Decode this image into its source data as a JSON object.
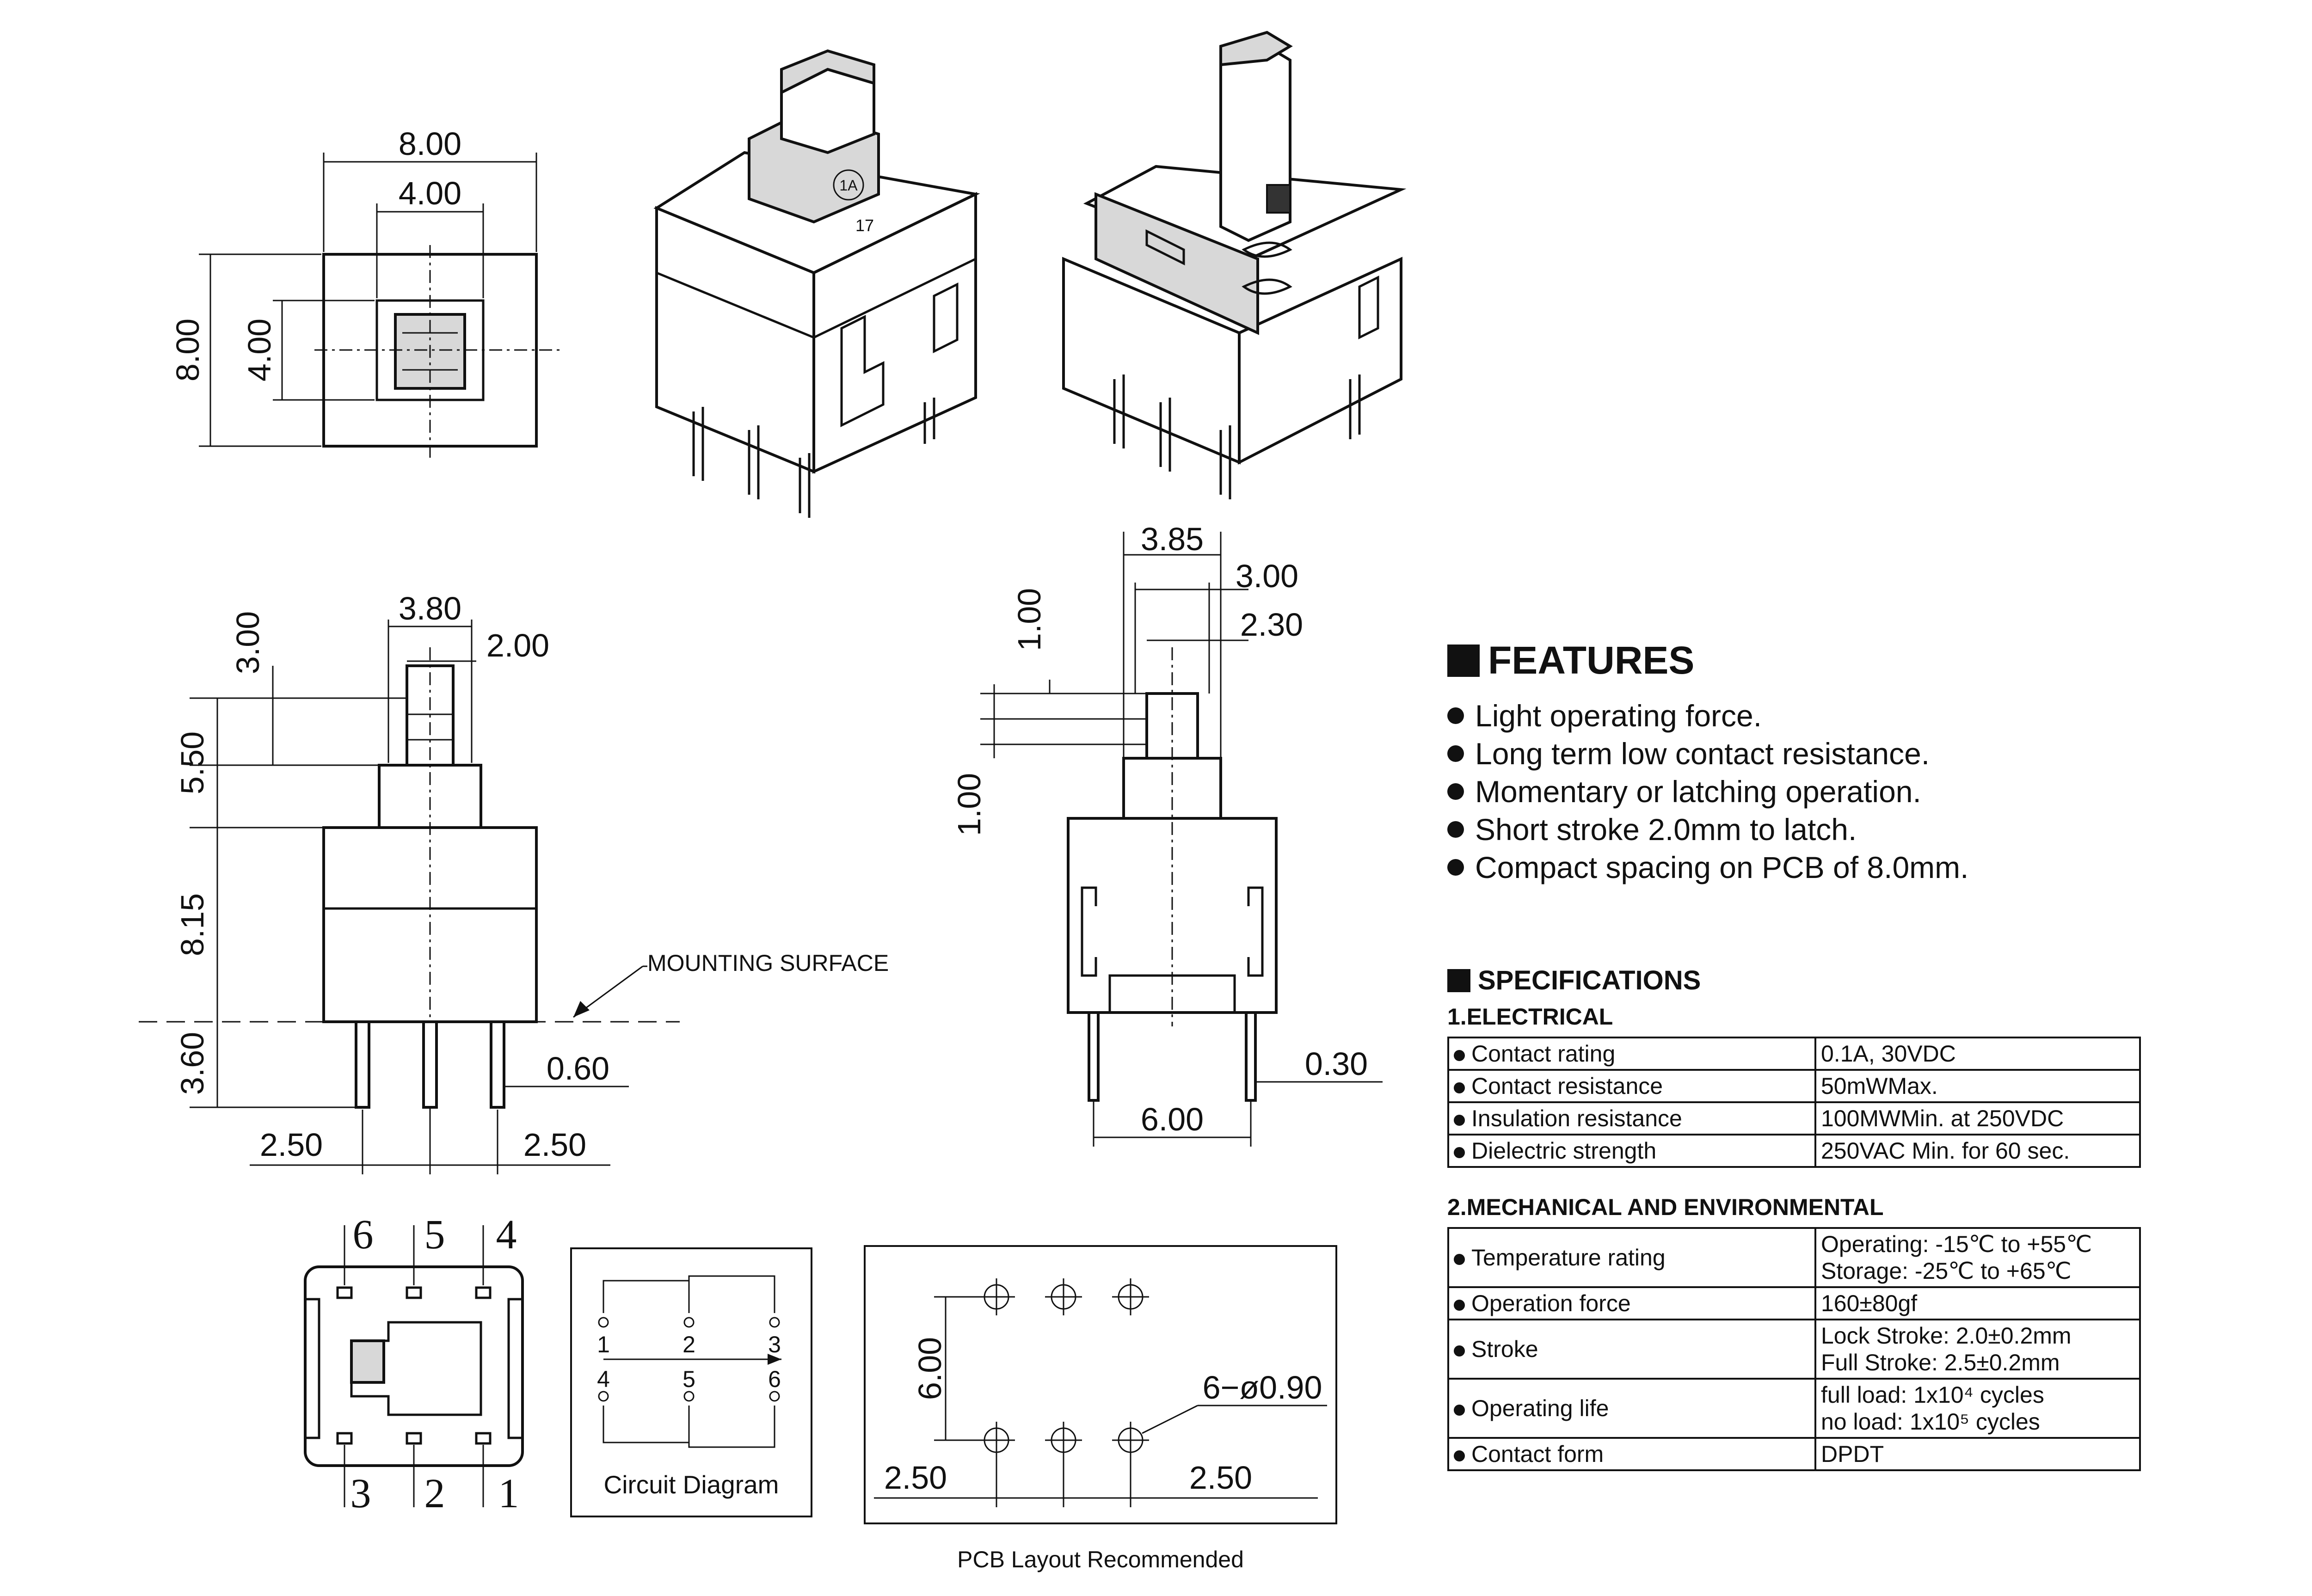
{
  "dimensions": {
    "top_view": {
      "width": "8.00",
      "inner_width": "4.00",
      "height": "8.00",
      "inner_height": "4.00"
    },
    "side_view": {
      "stem_width": "3.80",
      "stem_inner": "2.00",
      "stem_top": "3.00",
      "stem_height": "5.50",
      "body_height": "8.15",
      "pin_length": "3.60",
      "pin_width": "0.60",
      "pitch_left": "2.50",
      "pitch_right": "2.50",
      "mounting_label": "MOUNTING SURFACE"
    },
    "front_view": {
      "top_width": "3.85",
      "width_300": "3.00",
      "width_230": "2.30",
      "step_top": "1.00",
      "step_bottom": "1.00",
      "pin_thickness": "0.30",
      "pin_span": "6.00"
    }
  },
  "pinout": {
    "top_pins": [
      "6",
      "5",
      "4"
    ],
    "bottom_pins": [
      "3",
      "2",
      "1"
    ]
  },
  "circuit": {
    "caption": "Circuit Diagram",
    "top_row": [
      "1",
      "2",
      "3"
    ],
    "bottom_row": [
      "4",
      "5",
      "6"
    ]
  },
  "pcb": {
    "caption": "PCB Layout Recommended",
    "vertical": "6.00",
    "holes": "6−ø0.90",
    "pitch_left": "2.50",
    "pitch_right": "2.50"
  },
  "features": {
    "title": "FEATURES",
    "items": [
      "Light operating force.",
      "Long term low contact resistance.",
      "Momentary or latching operation.",
      "Short stroke 2.0mm to latch.",
      "Compact spacing on PCB of  8.0mm."
    ]
  },
  "specifications": {
    "title": "SPECIFICATIONS",
    "electrical": {
      "heading": "1.ELECTRICAL",
      "rows": [
        {
          "label": "Contact rating",
          "value": "0.1A, 30VDC"
        },
        {
          "label": "Contact resistance",
          "value": "50mWMax."
        },
        {
          "label": "Insulation resistance",
          "value": "100MWMin. at 250VDC"
        },
        {
          "label": "Dielectric strength",
          "value": "250VAC Min. for 60 sec."
        }
      ]
    },
    "mechanical": {
      "heading": "2.MECHANICAL AND ENVIRONMENTAL",
      "rows": [
        {
          "label": "Temperature rating",
          "value1": "Operating: -15℃ to +55℃",
          "value2": "Storage: -25℃ to +65℃"
        },
        {
          "label": "Operation force",
          "value1": "160±80gf"
        },
        {
          "label": "Stroke",
          "value1": "Lock Stroke: 2.0±0.2mm",
          "value2": "Full Stroke: 2.5±0.2mm"
        },
        {
          "label": "Operating life",
          "value1": "full load: 1x10⁴ cycles",
          "value2": "no load: 1x10⁵ cycles"
        },
        {
          "label": "Contact form",
          "value1": "DPDT"
        }
      ]
    }
  },
  "part_marks": {
    "rating": "1A",
    "code": "17"
  }
}
